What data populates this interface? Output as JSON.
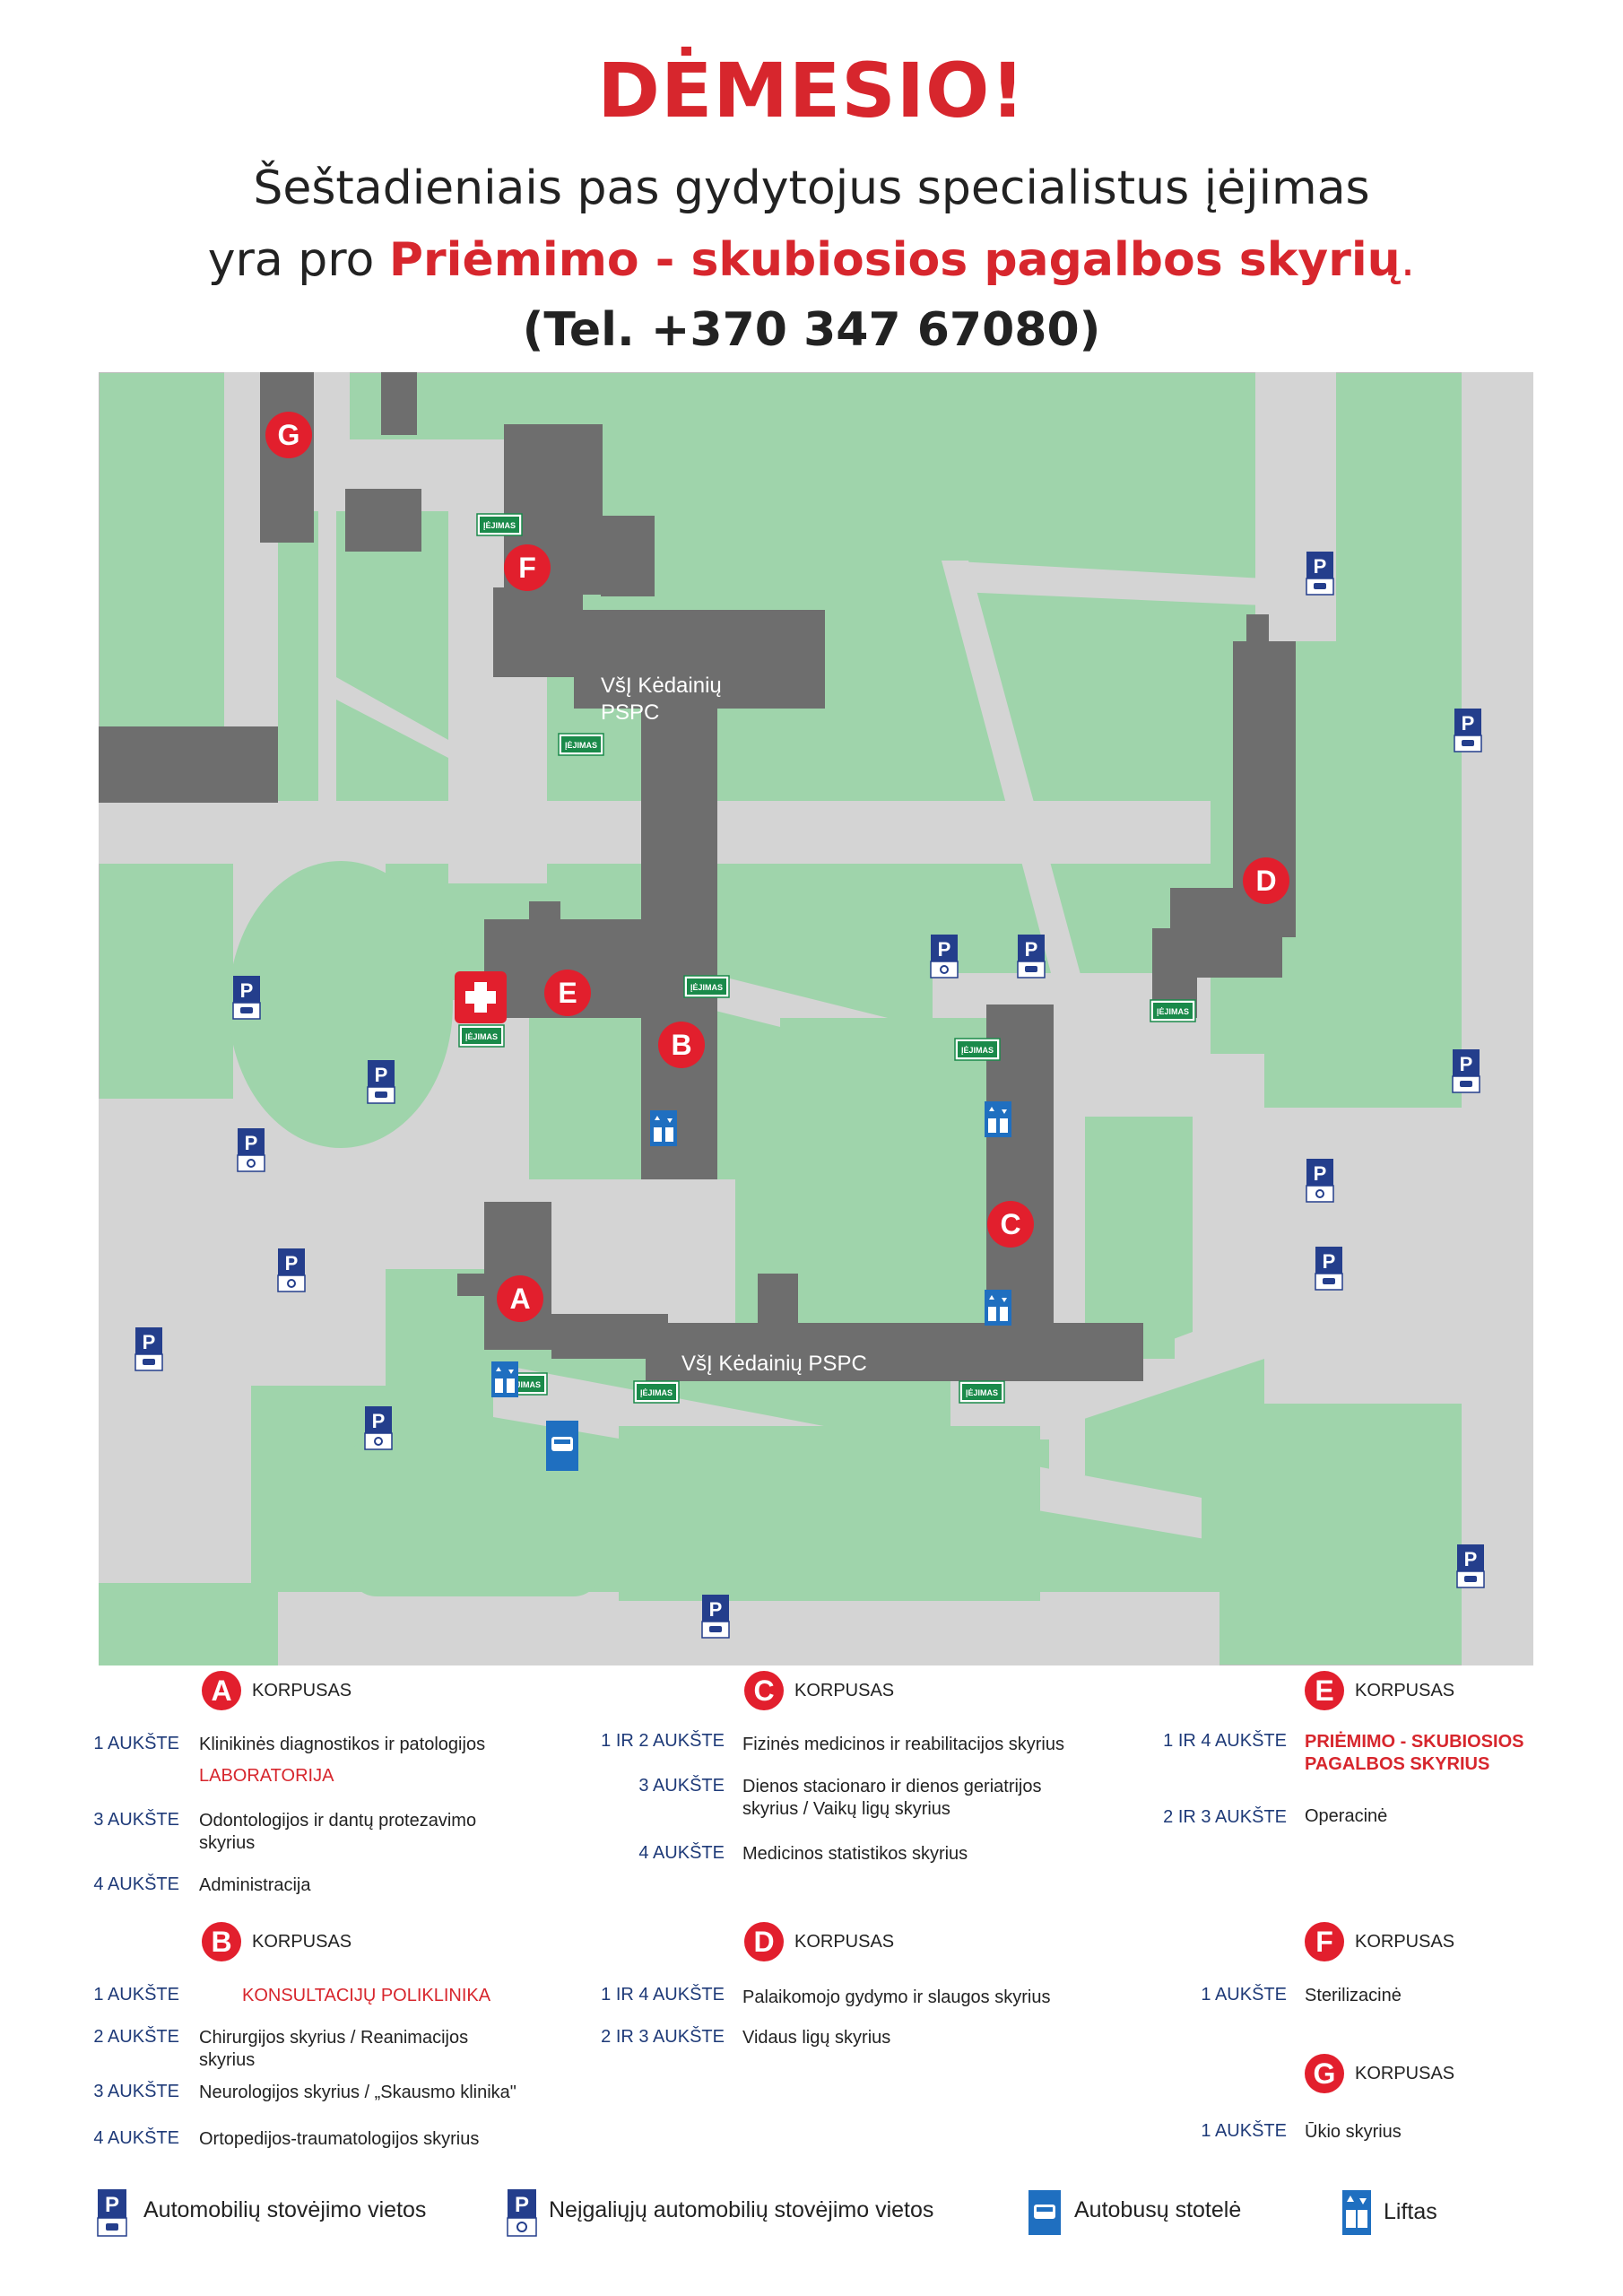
{
  "header": {
    "title": "DĖMESIO!",
    "line1": "Šeštadieniais pas gydytojus specialistus įėjimas",
    "line2_prefix": "yra pro ",
    "line2_highlight": "Priėmimo - skubiosios pagalbos skyrių",
    "line2_suffix": ".",
    "phone": "(Tel. +370 347 67080)"
  },
  "map": {
    "building_labels": {
      "A": "A",
      "B": "B",
      "C": "C",
      "D": "D",
      "E": "E",
      "F": "F",
      "G": "G"
    },
    "pspc_label_line1": "VšĮ Kėdainių",
    "pspc_label_line2": "PSPC",
    "pspc_label_bottom": "VšĮ Kėdainių PSPC",
    "entrance_label": "ĮĖJIMAS",
    "parking_letter": "P",
    "colors": {
      "grass": "#9fd4ab",
      "road": "#d4d4d4",
      "building": "#6e6e6e",
      "sign_blue": "#243e8c",
      "entrance_green": "#1a8a4a",
      "red": "#e21f2d"
    }
  },
  "corpus_word": "KORPUSAS",
  "corpuses": {
    "A": {
      "letter": "A",
      "rows": [
        {
          "floor": "1 AUKŠTE",
          "lines": [
            "Klinikinės diagnostikos ir patologijos"
          ],
          "extra_red": "LABORATORIJA"
        },
        {
          "floor": "3 AUKŠTE",
          "lines": [
            "Odontologijos ir dantų protezavimo",
            "skyrius"
          ]
        },
        {
          "floor": "4 AUKŠTE",
          "lines": [
            "Administracija"
          ]
        }
      ]
    },
    "B": {
      "letter": "B",
      "rows": [
        {
          "floor": "1 AUKŠTE",
          "lines": [
            "KONSULTACIJŲ POLIKLINIKA"
          ],
          "red": true
        },
        {
          "floor": "2 AUKŠTE",
          "lines": [
            "Chirurgijos skyrius / Reanimacijos",
            "skyrius"
          ]
        },
        {
          "floor": "3 AUKŠTE",
          "lines": [
            "Neurologijos skyrius / „Skausmo klinika\""
          ]
        },
        {
          "floor": "4 AUKŠTE",
          "lines": [
            "Ortopedijos-traumatologijos skyrius"
          ]
        }
      ]
    },
    "C": {
      "letter": "C",
      "rows": [
        {
          "floor": "1 IR 2 AUKŠTE",
          "lines": [
            "Fizinės medicinos ir reabilitacijos skyrius"
          ]
        },
        {
          "floor": "3 AUKŠTE",
          "lines": [
            "Dienos stacionaro ir dienos geriatrijos",
            "skyrius / Vaikų ligų skyrius"
          ]
        },
        {
          "floor": "4 AUKŠTE",
          "lines": [
            "Medicinos statistikos skyrius"
          ]
        }
      ]
    },
    "D": {
      "letter": "D",
      "rows": [
        {
          "floor": "1 IR 4 AUKŠTE",
          "lines": [
            "Palaikomojo gydymo ir slaugos skyrius"
          ]
        },
        {
          "floor": "2 IR 3 AUKŠTE",
          "lines": [
            "Vidaus ligų skyrius"
          ]
        }
      ]
    },
    "E": {
      "letter": "E",
      "rows": [
        {
          "floor": "1 IR 4 AUKŠTE",
          "lines": [
            "PRIĖMIMO - SKUBIOSIOS",
            "PAGALBOS SKYRIUS"
          ],
          "red": true
        },
        {
          "floor": "2 IR 3 AUKŠTE",
          "lines": [
            "Operacinė"
          ]
        }
      ]
    },
    "F": {
      "letter": "F",
      "rows": [
        {
          "floor": "1 AUKŠTE",
          "lines": [
            "Sterilizacinė"
          ]
        }
      ]
    },
    "G": {
      "letter": "G",
      "rows": [
        {
          "floor": "1 AUKŠTE",
          "lines": [
            "Ūkio skyrius"
          ]
        }
      ]
    }
  },
  "legend": {
    "parking": "Automobilių stovėjimo vietos",
    "disabled_parking": "Neįgaliųjų automobilių stovėjimo vietos",
    "bus_stop": "Autobusų stotelė",
    "elevator": "Liftas"
  }
}
